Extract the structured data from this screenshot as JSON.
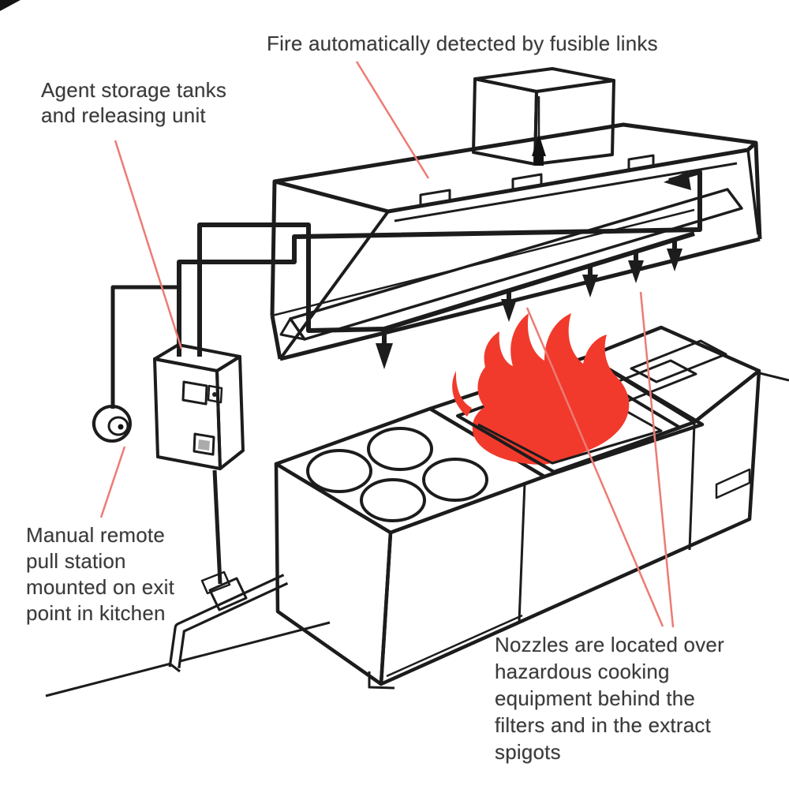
{
  "labels": {
    "fusible_links": {
      "text": "Fire automatically detected by fusible links"
    },
    "agent_storage": {
      "text": "Agent storage tanks\nand releasing unit"
    },
    "manual_pull": {
      "text": "Manual remote\npull station\nmounted on exit\npoint in kitchen"
    },
    "nozzles": {
      "text": "Nozzles are located over\nhazardous cooking\nequipment behind the\nfilters and in the extract\nspigots"
    }
  },
  "colors": {
    "flame_red": "#f13a2c",
    "leader_red": "#ed7b74",
    "line_black": "#1c1c1c",
    "filter_gray": "#d2d2d2",
    "side_gray": "#9b9b9b",
    "front_gray": "#ededed",
    "vat_gray": "#8d8d8d",
    "burner_gray": "#c7c7c7"
  }
}
